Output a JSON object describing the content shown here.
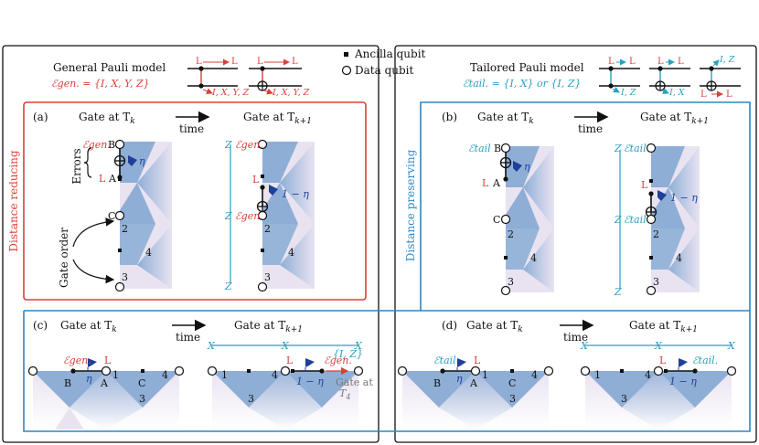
{
  "legend": {
    "ancilla": "Ancilla qubit",
    "data": "Data qubit"
  },
  "general": {
    "title": "General Pauli model",
    "errors": "ℰgen. = {I, X, Y, Z}",
    "gate1_top": "L",
    "gate1_top_right": "L",
    "gate1_bottom": "I, X, Y, Z",
    "gate2_top": "L",
    "gate2_top_right": "L",
    "gate2_bottom": "I, X, Y, Z"
  },
  "tailored": {
    "title": "Tailored Pauli model",
    "errors": "ℰtail. = {I, X} or {I, Z}",
    "gate1_top": "L",
    "gate1_top_right": "L",
    "gate1_bottom": "I, Z",
    "gate2_top": "L",
    "gate2_top_right": "L",
    "gate2_bottom": "I, X",
    "gate3_top": "I, Z",
    "gate3_bottom_left": "L",
    "gate3_bottom_right": "L"
  },
  "side": {
    "left": "Distance reducing",
    "right": "Distance preserving"
  },
  "panel_a": {
    "label": "(a)",
    "gate_tk": "Gate at T",
    "sub_k": "k",
    "time": "time",
    "gate_tk1": "Gate at T",
    "sub_k1": "k+1",
    "errors": "Errors",
    "gate_order": "Gate order",
    "egen": "ℰgen.",
    "B": "B",
    "L": "L",
    "A": "A",
    "C": "C",
    "n2": "2",
    "n3": "3",
    "n4": "4",
    "eta": "η",
    "one_minus_eta": "1 − η",
    "Z": "Z"
  },
  "panel_b": {
    "label": "(b)",
    "gate_tk": "Gate at T",
    "sub_k": "k",
    "time": "time",
    "gate_tk1": "Gate at T",
    "sub_k1": "k+1",
    "etail": "ℰtail",
    "B": "B",
    "L": "L",
    "A": "A",
    "C": "C",
    "n2": "2",
    "n3": "3",
    "n4": "4",
    "eta": "η",
    "one_minus_eta": "1 − η",
    "Z": "Z"
  },
  "panel_c": {
    "label": "(c)",
    "gate_tk": "Gate at T",
    "sub_k": "k",
    "time": "time",
    "gate_tk1": "Gate at T",
    "sub_k1": "k+1",
    "egen": "ℰgen.",
    "L": "L",
    "B": "B",
    "A": "A",
    "C": "C",
    "n1": "1",
    "n3": "3",
    "n4": "4",
    "eta": "η",
    "one_minus_eta": "1 − η",
    "X": "X",
    "IZ": "{I, Z}",
    "gate_at": "Gate at",
    "t4": "T",
    "t4_sub": "4"
  },
  "panel_d": {
    "label": "(d)",
    "gate_tk": "Gate at T",
    "sub_k": "k",
    "time": "time",
    "gate_tk1": "Gate at T",
    "sub_k1": "k+1",
    "etail": "ℰtail",
    "etail2": "ℰtail.",
    "L": "L",
    "B": "B",
    "A": "A",
    "C": "C",
    "n1": "1",
    "n3": "3",
    "n4": "4",
    "eta": "η",
    "one_minus_eta": "1 − η",
    "X": "X"
  },
  "colors": {
    "red": "#d8403a",
    "blue_frame": "#2f86bf",
    "cyan": "#2a9fbf",
    "navy_flag": "#1f3f9a",
    "plaquette": "#8eaed6",
    "plaquette_light": "#e9e3f1"
  }
}
